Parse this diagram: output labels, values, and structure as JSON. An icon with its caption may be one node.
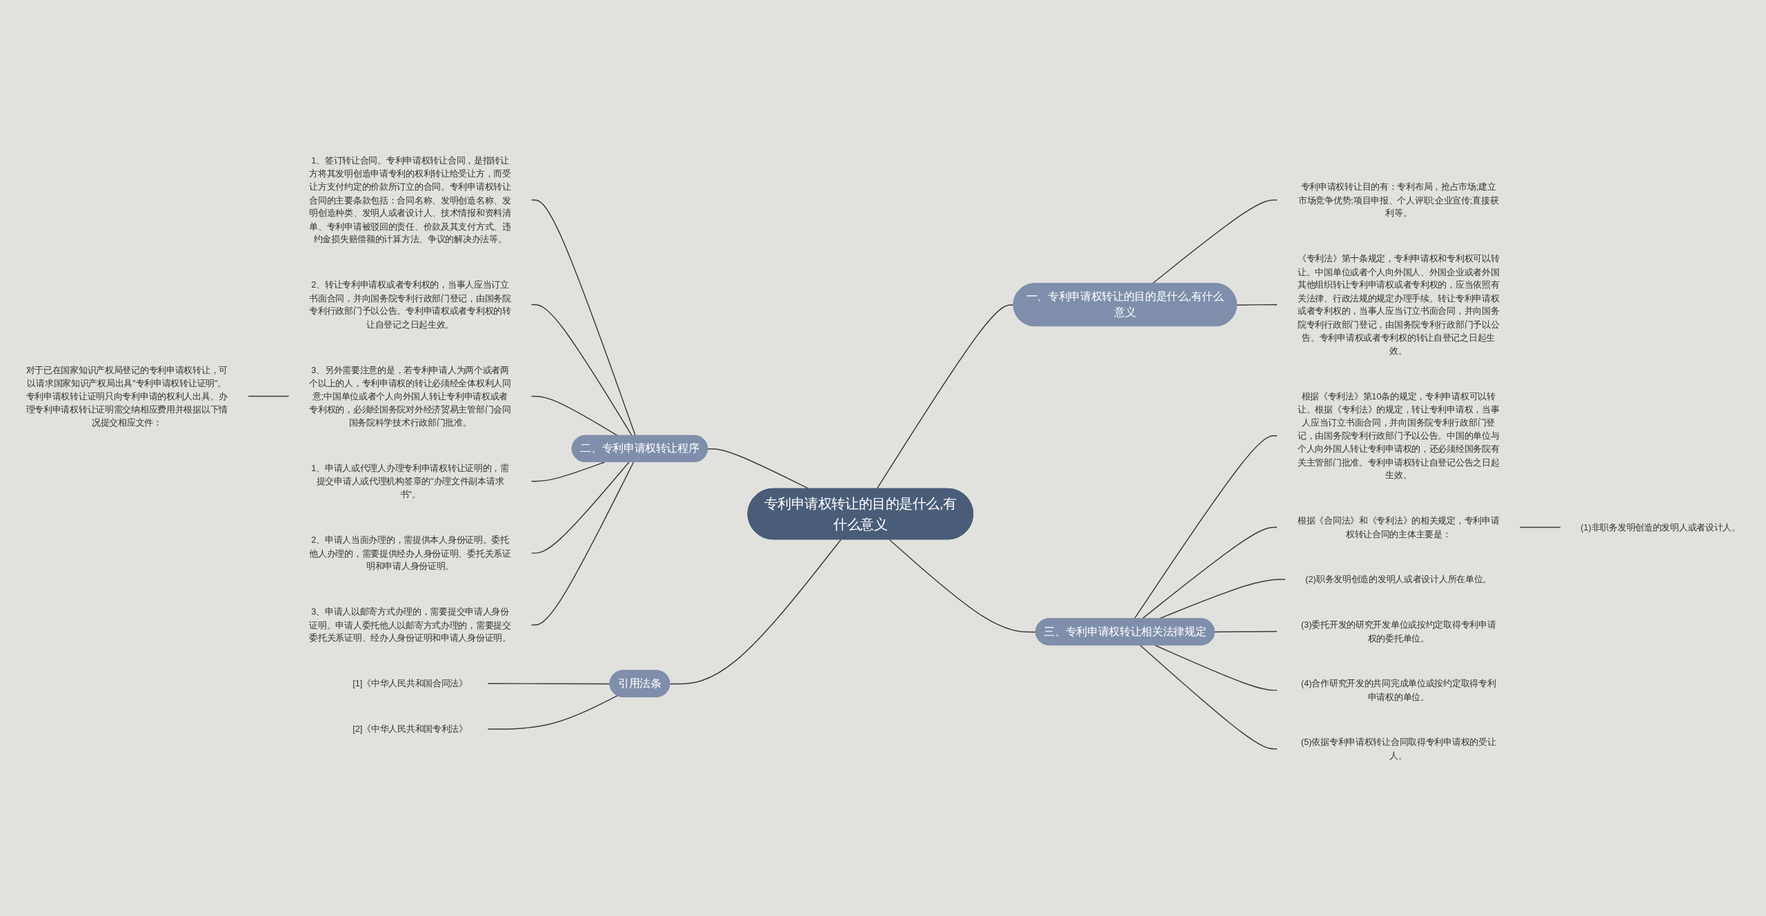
{
  "diagram": {
    "nodes": [
      {
        "text": [
          "专利申请权转让的目的是什么,有什么意义"
        ]
      },
      {
        "text": [
          "一、专利申请权转让的目的是什么,有什么意义"
        ]
      },
      {
        "text": [
          "专利申请权转让目的有：专利布局，抢占市场;建立市场竞争优势;项目申报、个人评职;企业宣传;直接获利等。"
        ]
      },
      {
        "text": [
          "《专利法》第十条规定，专利申请权和专利权可以转让。中国单位或者个人向外国人、外国企业或者外国其他组织转让专利申请权或者专利权的，应当依照有关法律、行政法规的规定办理手续。转让专利申请权或者专利权的，当事人应当订立书面合同，并向国务院专利行政部门登记，由国务院专利行政部门予以公告。专利申请权或者专利权的转让自登记之日起生效。"
        ]
      },
      {
        "text": [
          "二、专利申请权转让程序"
        ]
      },
      {
        "text": [
          "1、签订转让合同。专利申请权转让合同，是指转让方将其发明创造申请专利的权利转让给受让方，而受让方支付约定的价款所订立的合同。专利申请权转让合同的主要条款包括：合同名称、发明创造名称、发明创造种类、发明人或者设计人、技术情报和资料清单、专利申请被驳回的责任、价款及其支付方式、违约金损失赔偿额的计算方法、争议的解决办法等。"
        ]
      },
      {
        "text": [
          "2、转让专利申请权或者专利权的，当事人应当订立书面合同，并向国务院专利行政部门登记，由国务院专利行政部门予以公告。专利申请权或者专利权的转让自登记之日起生效。"
        ]
      },
      {
        "text": [
          "3、另外需要注意的是，若专利申请人为两个或者两个以上的人，专利申请权的转让必须经全体权利人同意;中国单位或者个人向外国人转让专利申请权或者专利权的，必须经国务院对外经济贸易主管部门会同国务院科学技术行政部门批准。"
        ]
      },
      {
        "text": [
          "1、申请人或代理人办理专利申请权转让证明的，需提交申请人或代理机构签章的\"办理文件副本请求书\"。"
        ]
      },
      {
        "text": [
          "2、申请人当面办理的，需提供本人身份证明。委托他人办理的，需要提供经办人身份证明、委托关系证明和申请人身份证明。"
        ]
      },
      {
        "text": [
          "3、申请人以邮寄方式办理的，需要提交申请人身份证明。申请人委托他人以邮寄方式办理的，需要提交委托关系证明、经办人身份证明和申请人身份证明。"
        ]
      },
      {
        "text": [
          "对于已在国家知识产权局登记的专利申请权转让，可以请求国家知识产权局出具\"专利申请权转让证明\"。专利申请权转让证明只向专利申请的权利人出具。办理专利申请权转让证明需交纳相应费用并根据以下情况提交相应文件："
        ]
      },
      {
        "text": [
          "引用法条"
        ]
      },
      {
        "text": [
          "[1]《中华人民共和国合同法》"
        ]
      },
      {
        "text": [
          "[2]《中华人民共和国专利法》"
        ]
      },
      {
        "text": [
          "三、专利申请权转让相关法律规定"
        ]
      },
      {
        "text": [
          "根据《专利法》第10条的规定，专利申请权可以转让。根据《专利法》的规定，转让专利申请权，当事人应当订立书面合同，并向国务院专利行政部门登记，由国务院专利行政部门予以公告。中国的单位与个人向外国人转让专利申请权的，还必须经国务院有关主管部门批准。专利申请权转让自登记公告之日起生效。"
        ]
      },
      {
        "text": [
          "根据《合同法》和《专利法》的相关规定，专利申请权转让合同的主体主要是："
        ]
      },
      {
        "text": [
          "(1)非职务发明创造的发明人或者设计人。"
        ]
      },
      {
        "text": [
          "(2)职务发明创造的发明人或者设计人所在单位。"
        ]
      },
      {
        "text": [
          "(3)委托开发的研究开发单位或按约定取得专利申请权的委托单位。"
        ]
      },
      {
        "text": [
          "(4)合作研究开发的共同完成单位或按约定取得专利申请权的单位。"
        ]
      },
      {
        "text": [
          "(5)依据专利申请权转让合同取得专利申请权的受让人。"
        ]
      }
    ],
    "edges": [
      {
        "from": 0,
        "to": 1,
        "arrow": "none"
      },
      {
        "from": 1,
        "to": 2,
        "arrow": "none"
      },
      {
        "from": 1,
        "to": 3,
        "arrow": "none"
      },
      {
        "from": 0,
        "to": 4,
        "arrow": "none"
      },
      {
        "from": 4,
        "to": 5,
        "arrow": "none"
      },
      {
        "from": 4,
        "to": 6,
        "arrow": "none"
      },
      {
        "from": 4,
        "to": 7,
        "arrow": "none"
      },
      {
        "from": 4,
        "to": 8,
        "arrow": "none"
      },
      {
        "from": 4,
        "to": 9,
        "arrow": "none"
      },
      {
        "from": 4,
        "to": 10,
        "arrow": "none"
      },
      {
        "from": 7,
        "to": 11,
        "arrow": "none"
      },
      {
        "from": 0,
        "to": 12,
        "arrow": "none"
      },
      {
        "from": 12,
        "to": 13,
        "arrow": "none"
      },
      {
        "from": 12,
        "to": 14,
        "arrow": "none"
      },
      {
        "from": 0,
        "to": 15,
        "arrow": "none"
      },
      {
        "from": 15,
        "to": 16,
        "arrow": "none"
      },
      {
        "from": 15,
        "to": 17,
        "arrow": "none"
      },
      {
        "from": 17,
        "to": 18,
        "arrow": "none"
      },
      {
        "from": 15,
        "to": 19,
        "arrow": "none"
      },
      {
        "from": 15,
        "to": 20,
        "arrow": "none"
      },
      {
        "from": 15,
        "to": 21,
        "arrow": "none"
      },
      {
        "from": 15,
        "to": 22,
        "arrow": "none"
      }
    ]
  }
}
